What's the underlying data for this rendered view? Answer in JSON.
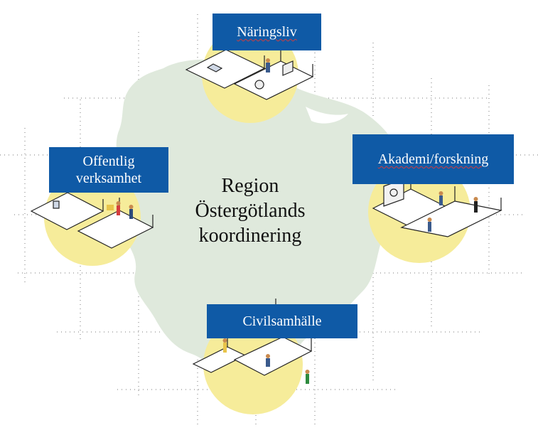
{
  "diagram": {
    "center": {
      "line1": "Region",
      "line2": "Östergötlands",
      "line3": "koordinering"
    },
    "nodes": {
      "naringsliv": "Näringsliv",
      "offentlig_line1": "Offentlig",
      "offentlig_line2": "verksamhet",
      "akademi": "Akademi/forskning",
      "civil": "Civilsamhälle"
    }
  },
  "colors": {
    "label_background": "#0f5aa6",
    "label_text": "#ffffff",
    "map_fill": "#dfe9dc",
    "halo_fill": "#f6ec9a",
    "center_text": "#111111"
  }
}
